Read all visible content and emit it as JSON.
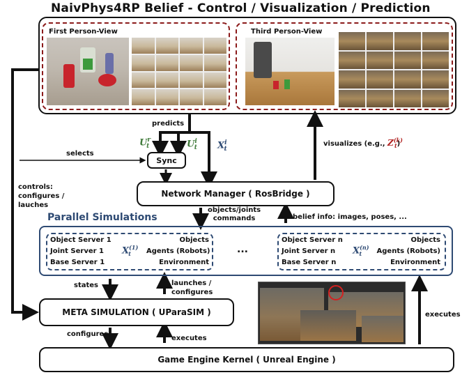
{
  "title": "NaivPhys4RP Belief - Control / Visualization / Prediction",
  "views": {
    "first_person": "First Person-View",
    "third_person": "Third Person-View"
  },
  "edges": {
    "predicts": "predicts",
    "selects": "selects",
    "controls": "controls:\nconfigures /\nlauches",
    "visualizes_prefix": "visualizes (e.g., ",
    "visualizes_suffix": ")",
    "objects_joints": "objects/joints\ncommands",
    "belief_info": "belief info: images, poses, ...",
    "states": "states",
    "launches": "launches /\nconfigures",
    "configures": "configures",
    "executes_left": "executes",
    "executes_right": "executes"
  },
  "math": {
    "u_r": "U",
    "u_r_sup": "r",
    "u_r_sub": "t",
    "u_i": "U",
    "u_i_sup": "i",
    "u_i_sub": "t",
    "x_i": "X",
    "x_i_sup": "i",
    "x_i_sub": "t",
    "z_k": "Z",
    "z_k_sup": "(k)",
    "z_k_sub": "t",
    "x_1": "X",
    "x_1_sup": "(1)",
    "x_1_sub": "t",
    "x_n": "X",
    "x_n_sup": "(n)",
    "x_n_sub": "t"
  },
  "nodes": {
    "sync": "Sync",
    "network_manager": "Network Manager ( RosBridge )",
    "meta_simulation": "META SIMULATION ( UParaSIM )",
    "game_engine": "Game Engine Kernel ( Unreal Engine )"
  },
  "parallel": {
    "title": "Parallel Simulations",
    "sim1": {
      "left": [
        "Object Server 1",
        "Joint Server 1",
        "Base Server 1"
      ],
      "right": [
        "Objects",
        "Agents (Robots)",
        "Environment"
      ]
    },
    "ellipsis": "...",
    "simn": {
      "left": [
        "Object Server n",
        "Joint Server n",
        "Base Server n"
      ],
      "right": [
        "Objects",
        "Agents (Robots)",
        "Environment"
      ]
    }
  },
  "colors": {
    "dark_red": "#8b1a1a",
    "navy": "#2e4a73",
    "green_math": "#3f7a3a",
    "red_math": "#b0201f"
  }
}
